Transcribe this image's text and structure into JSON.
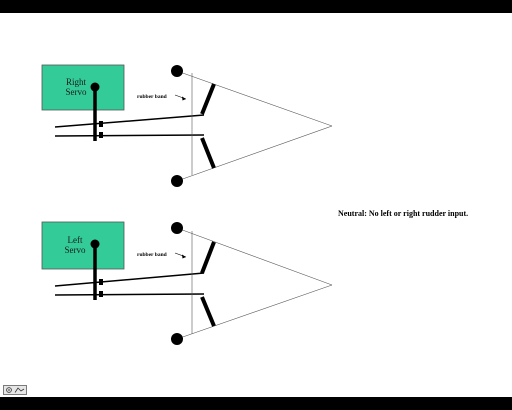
{
  "diagram": {
    "top": {
      "servo_label_line1": "Right",
      "servo_label_line2": "Servo",
      "band_label": "rubber band"
    },
    "bottom": {
      "servo_label_line1": "Left",
      "servo_label_line2": "Servo",
      "band_label": "rubber band"
    },
    "caption": "Neutral: No left or right rudder input."
  },
  "colors": {
    "servo_fill": "#33cc99",
    "frame": "#000000",
    "background": "#ffffff",
    "outer_bar": "#000000"
  },
  "nav": {
    "icon": "presentation-nav-icon"
  }
}
